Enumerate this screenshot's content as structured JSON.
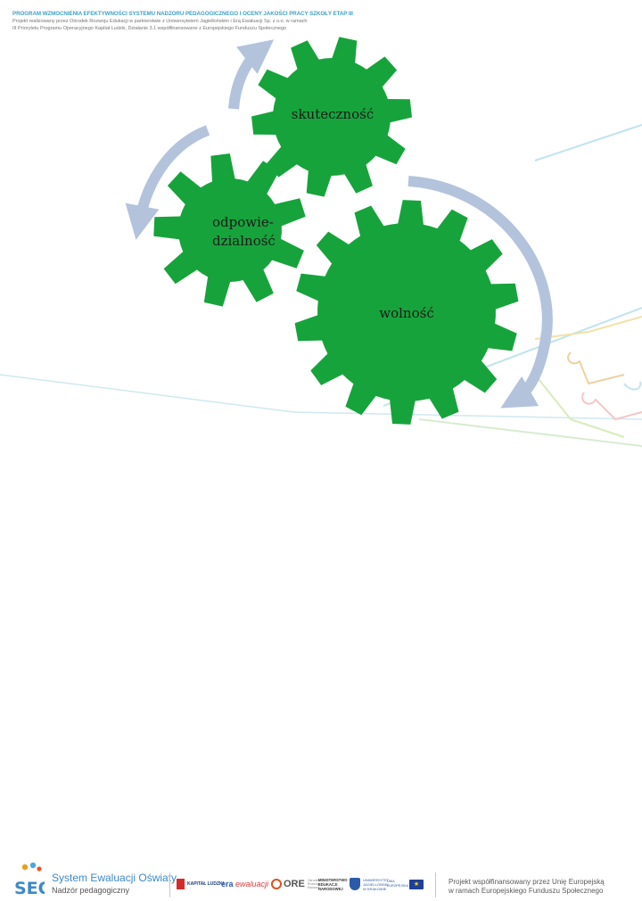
{
  "header": {
    "title": "PROGRAM WZMOCNIENIA EFEKTYWNOŚCI SYSTEMU NADZORU PEDAGOGICZNEGO I OCENY JAKOŚCI PRACY SZKOŁY ETAP III",
    "line1": "Projekt realizowany przez Ośrodek Rozwoju Edukacji w partnerstwie z Uniwersytetem Jagiellońskim i Erą Ewaluacji Sp. z o.o. w ramach",
    "line2": "III Priorytetu Programu Operacyjnego Kapitał Ludzki, Działanie 3.1 współfinansowane z Europejskiego Funduszu Społecznego"
  },
  "diagram": {
    "gears": [
      {
        "id": "top",
        "label": "skuteczność",
        "color": "#17a33b"
      },
      {
        "id": "left",
        "label_line1": "odpowie-",
        "label_line2": "dzialność",
        "color": "#17a33b"
      },
      {
        "id": "bottom",
        "label": "wolność",
        "color": "#17a33b"
      }
    ],
    "arrow_color": "#b3c3dc"
  },
  "footer": {
    "logo_text": "SEO",
    "system_name": "System Ewaluacji Oświaty",
    "system_sub": "Nadzór pedagogiczny",
    "partners": {
      "kapital": "KAPITAŁ LUDZKI",
      "era_prefix": "era",
      "era_suffix": "ewaluacji",
      "ore": "ORE",
      "ore_small": "Ośrodek Rozwoju Edukacji",
      "ministry_l1": "MINISTERSTWO",
      "ministry_l2": "EDUKACJI",
      "ministry_l3": "NARODOWEJ",
      "uj_l1": "UNIWERSYTET",
      "uj_l2": "JAGIELLOŃSKI",
      "uj_l3": "W KRAKOWIE",
      "eu_label": "UNIA EUROPEJSKA"
    },
    "right_line1": "Projekt współfinansowany przez Unię Europejską",
    "right_line2": "w ramach Europejskiego Funduszu Społecznego"
  }
}
